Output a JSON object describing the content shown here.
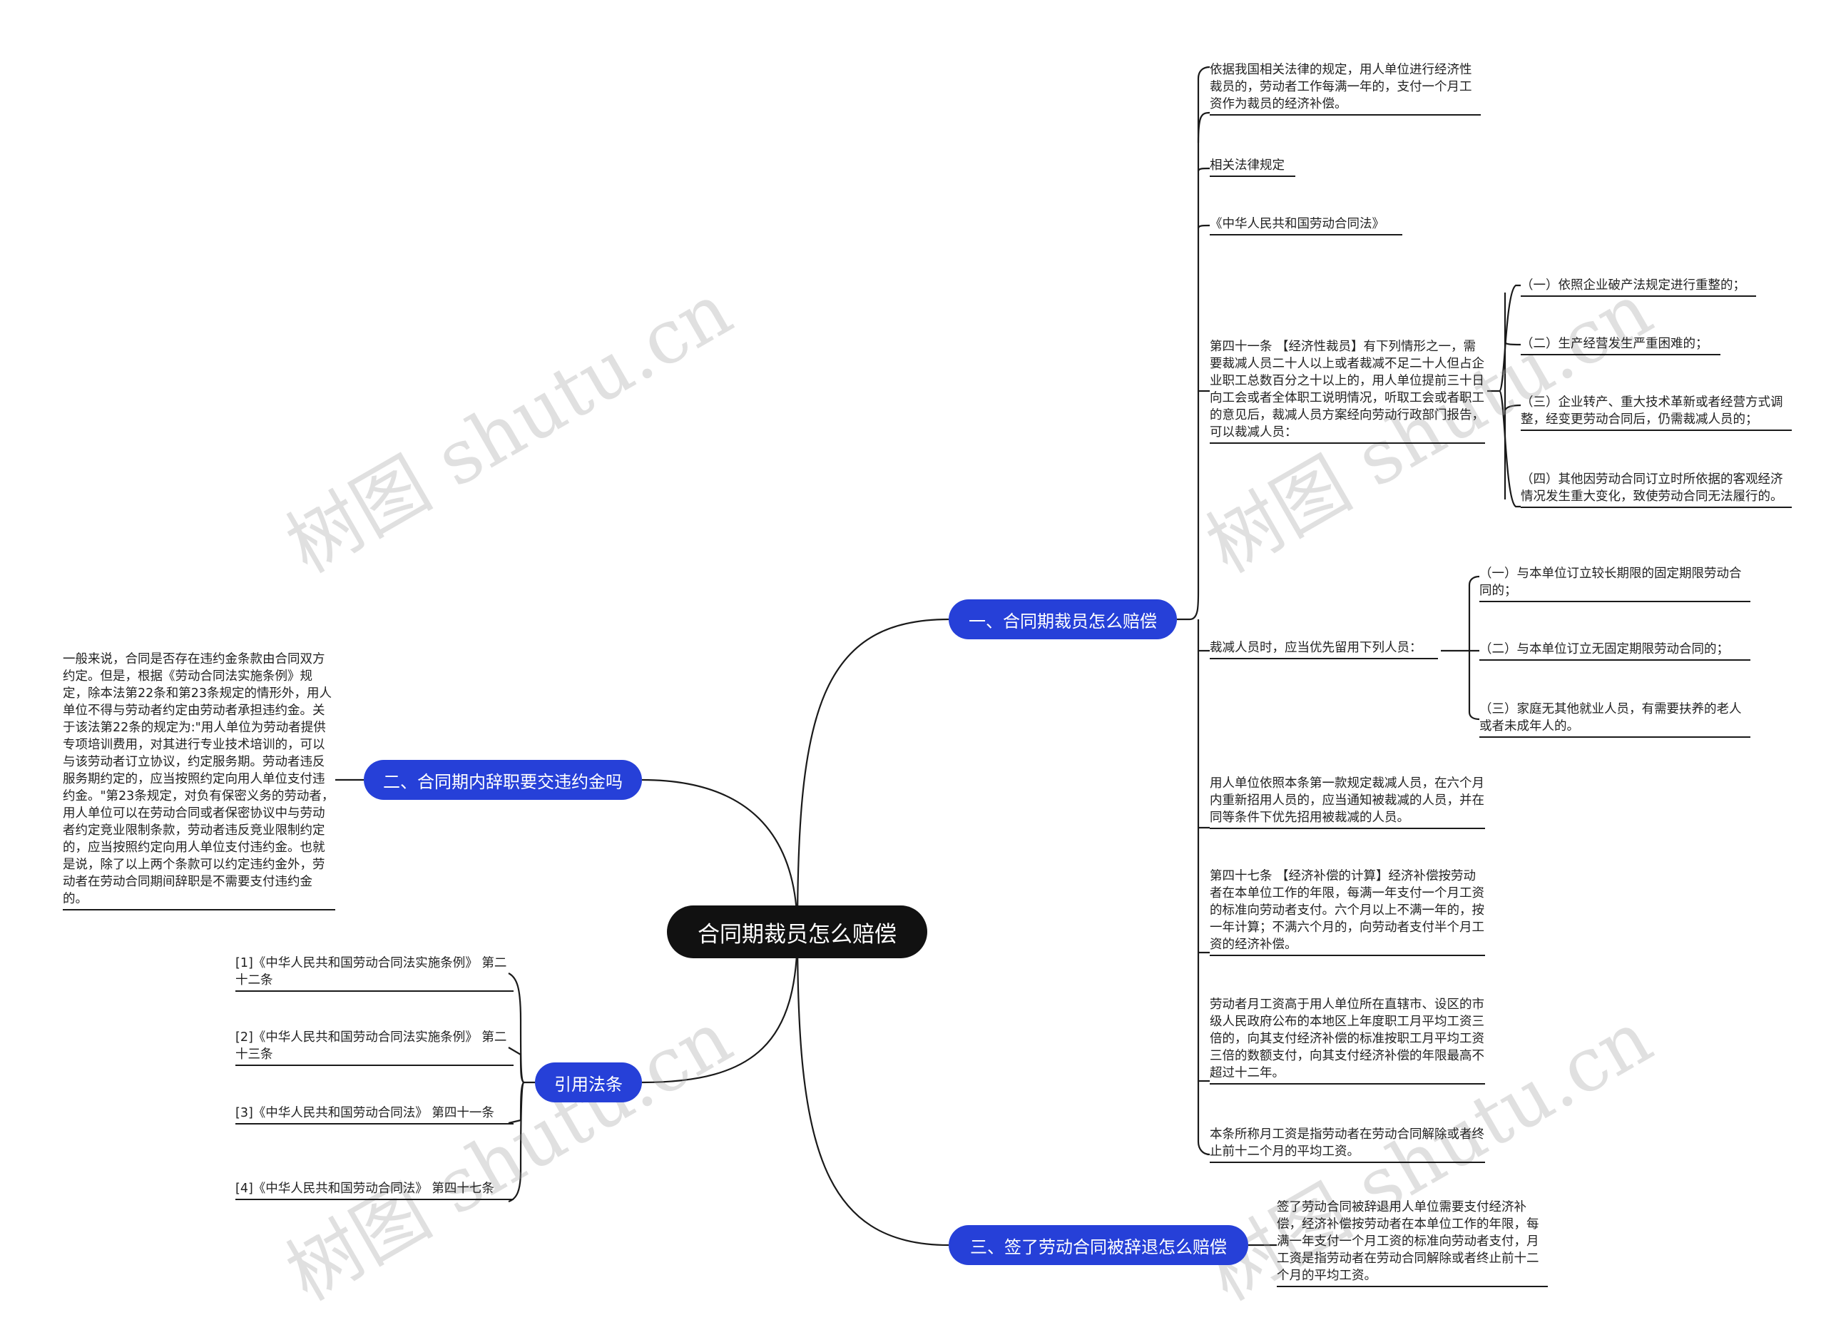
{
  "watermark": "树图 shutu.cn",
  "root": {
    "label": "合同期裁员怎么赔偿"
  },
  "branch1": {
    "label": "一、合同期裁员怎么赔偿",
    "leaves": [
      "依据我国相关法律的规定，用人单位进行经济性裁员的，劳动者工作每满一年的，支付一个月工资作为裁员的经济补偿。",
      "相关法律规定",
      "《中华人民共和国劳动合同法》",
      "第四十一条 【经济性裁员】有下列情形之一，需要裁减人员二十人以上或者裁减不足二十人但占企业职工总数百分之十以上的，用人单位提前三十日向工会或者全体职工说明情况，听取工会或者职工的意见后，裁减人员方案经向劳动行政部门报告，可以裁减人员：",
      "裁减人员时，应当优先留用下列人员：",
      "用人单位依照本条第一款规定裁减人员，在六个月内重新招用人员的，应当通知被裁减的人员，并在同等条件下优先招用被裁减的人员。",
      "第四十七条 【经济补偿的计算】经济补偿按劳动者在本单位工作的年限，每满一年支付一个月工资的标准向劳动者支付。六个月以上不满一年的，按一年计算；不满六个月的，向劳动者支付半个月工资的经济补偿。",
      "劳动者月工资高于用人单位所在直辖市、设区的市级人民政府公布的本地区上年度职工月平均工资三倍的，向其支付经济补偿的标准按职工月平均工资三倍的数额支付，向其支付经济补偿的年限最高不超过十二年。",
      "本条所称月工资是指劳动者在劳动合同解除或者终止前十二个月的平均工资。"
    ],
    "art41_items": [
      "（一）依照企业破产法规定进行重整的；",
      "（二）生产经营发生严重困难的；",
      "（三）企业转产、重大技术革新或者经营方式调整，经变更劳动合同后，仍需裁减人员的；",
      "（四）其他因劳动合同订立时所依据的客观经济情况发生重大变化，致使劳动合同无法履行的。"
    ],
    "retain_items": [
      "（一）与本单位订立较长期限的固定期限劳动合同的；",
      "（二）与本单位订立无固定期限劳动合同的；",
      "（三）家庭无其他就业人员，有需要扶养的老人或者未成年人的。"
    ]
  },
  "branch2": {
    "label": "二、合同期内辞职要交违约金吗",
    "leaf": "一般来说，合同是否存在违约金条款由合同双方约定。但是，根据《劳动合同法实施条例》规定，除本法第22条和第23条规定的情形外，用人单位不得与劳动者约定由劳动者承担违约金。关于该法第22条的规定为:\"用人单位为劳动者提供专项培训费用，对其进行专业技术培训的，可以与该劳动者订立协议，约定服务期。劳动者违反服务期约定的，应当按照约定向用人单位支付违约金。\"第23条规定，对负有保密义务的劳动者，用人单位可以在劳动合同或者保密协议中与劳动者约定竞业限制条款，劳动者违反竞业限制约定的，应当按照约定向用人单位支付违约金。也就是说，除了以上两个条款可以约定违约金外，劳动者在劳动合同期间辞职是不需要支付违约金的。"
  },
  "branch3": {
    "label": "引用法条",
    "leaves": [
      "[1]《中华人民共和国劳动合同法实施条例》 第二十二条",
      "[2]《中华人民共和国劳动合同法实施条例》 第二十三条",
      "[3]《中华人民共和国劳动合同法》 第四十一条",
      "[4]《中华人民共和国劳动合同法》 第四十七条"
    ]
  },
  "branch4": {
    "label": "三、签了劳动合同被辞退怎么赔偿",
    "leaf": "签了劳动合同被辞退用人单位需要支付经济补偿，经济补偿按劳动者在本单位工作的年限，每满一年支付一个月工资的标准向劳动者支付，月工资是指劳动者在劳动合同解除或者终止前十二个月的平均工资。"
  }
}
